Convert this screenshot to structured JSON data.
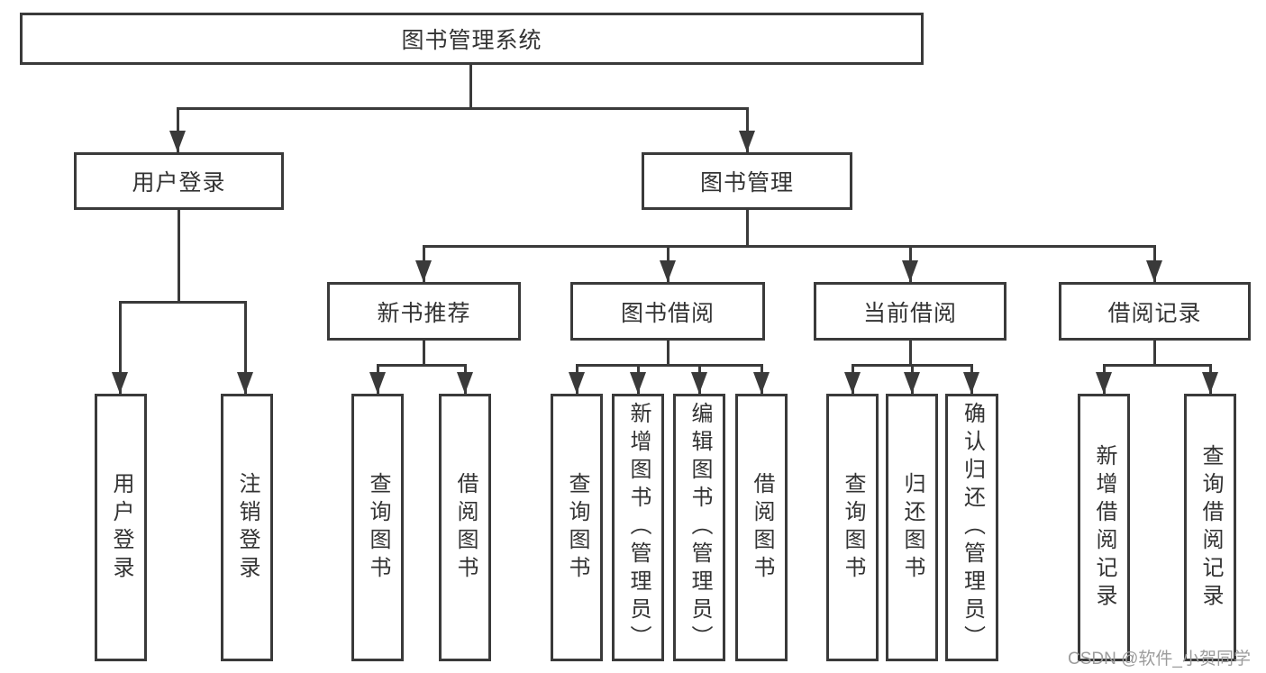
{
  "diagram": {
    "root": {
      "label": "图书管理系统"
    },
    "branches": [
      {
        "label": "用户登录",
        "children": [
          {
            "label": "用户登录"
          },
          {
            "label": "注销登录"
          }
        ]
      },
      {
        "label": "图书管理",
        "children": [
          {
            "label": "新书推荐",
            "children": [
              {
                "label": "查询图书"
              },
              {
                "label": "借阅图书"
              }
            ]
          },
          {
            "label": "图书借阅",
            "children": [
              {
                "label": "查询图书"
              },
              {
                "label": "新增图书（管理员）"
              },
              {
                "label": "编辑图书（管理员）"
              },
              {
                "label": "借阅图书"
              }
            ]
          },
          {
            "label": "当前借阅",
            "children": [
              {
                "label": "查询图书"
              },
              {
                "label": "归还图书"
              },
              {
                "label": "确认归还（管理员）"
              }
            ]
          },
          {
            "label": "借阅记录",
            "children": [
              {
                "label": "新增借阅记录"
              },
              {
                "label": "查询借阅记录"
              }
            ]
          }
        ]
      }
    ]
  },
  "watermark": {
    "text": "CSDN @软件_小贺同学"
  },
  "colors": {
    "line": "#3a3a3a",
    "text": "#333333",
    "watermark": "#9c9c9c",
    "background": "#ffffff"
  }
}
